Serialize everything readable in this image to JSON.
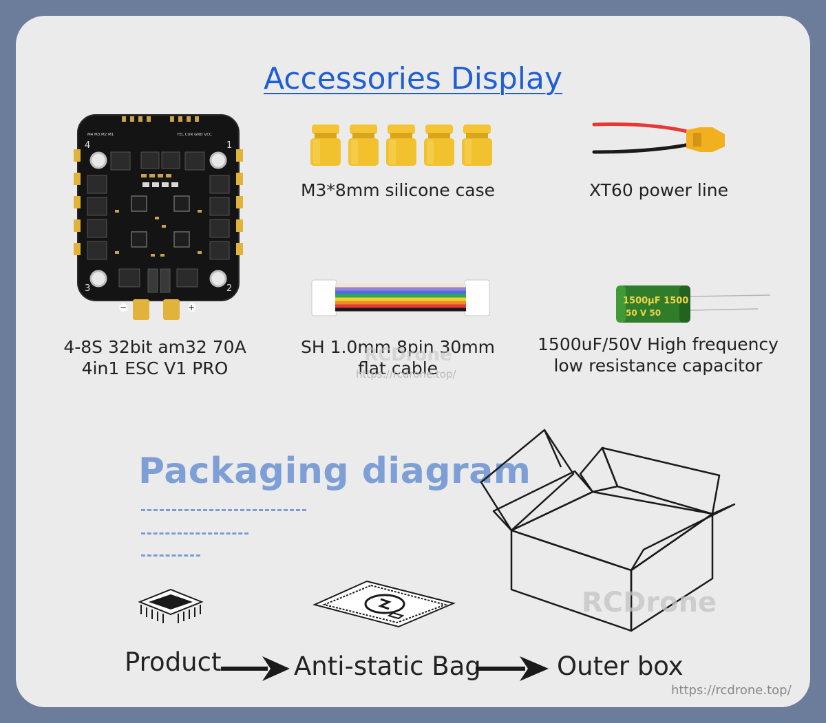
{
  "accessories": {
    "title": "Accessories Display",
    "items": [
      {
        "caption_line1": "4-8S 32bit am32 70A",
        "caption_line2": "4in1 ESC V1 PRO"
      },
      {
        "caption_line1": "M3*8mm silicone case",
        "caption_line2": ""
      },
      {
        "caption_line1": "XT60 power line",
        "caption_line2": ""
      },
      {
        "caption_line1": "SH 1.0mm 8pin 30mm",
        "caption_line2": "flat cable"
      },
      {
        "caption_line1": "1500uF/50V High frequency",
        "caption_line2": "low resistance capacitor"
      }
    ],
    "esc_board_labels": {
      "corner_tl": "4",
      "corner_tr": "1",
      "corner_bl": "3",
      "corner_br": "2",
      "pads": "M4  M3  M2  M1",
      "pads_right": "TEL  CUR  GND  VCC",
      "minus": "−",
      "plus": "+"
    },
    "capacitor_labels": {
      "line1": "1500μF  1500",
      "line2": "50  V   50"
    }
  },
  "packaging": {
    "title": "Packaging diagram",
    "steps": [
      "Product",
      "Anti-static Bag",
      "Outer box"
    ]
  },
  "watermarks": {
    "brand": "RCDrone",
    "url_small": "https://rcdrone.top/",
    "url_bottom": "https://rcdrone.top/"
  },
  "colors": {
    "frame": "#6b7d9a",
    "card": "#ebebeb",
    "accent_title": "#1f5fd6",
    "packaging_title": "#7d9fd6",
    "silicone_yellow": "#f2c12e",
    "capacitor_green": "#2f7d2a"
  }
}
